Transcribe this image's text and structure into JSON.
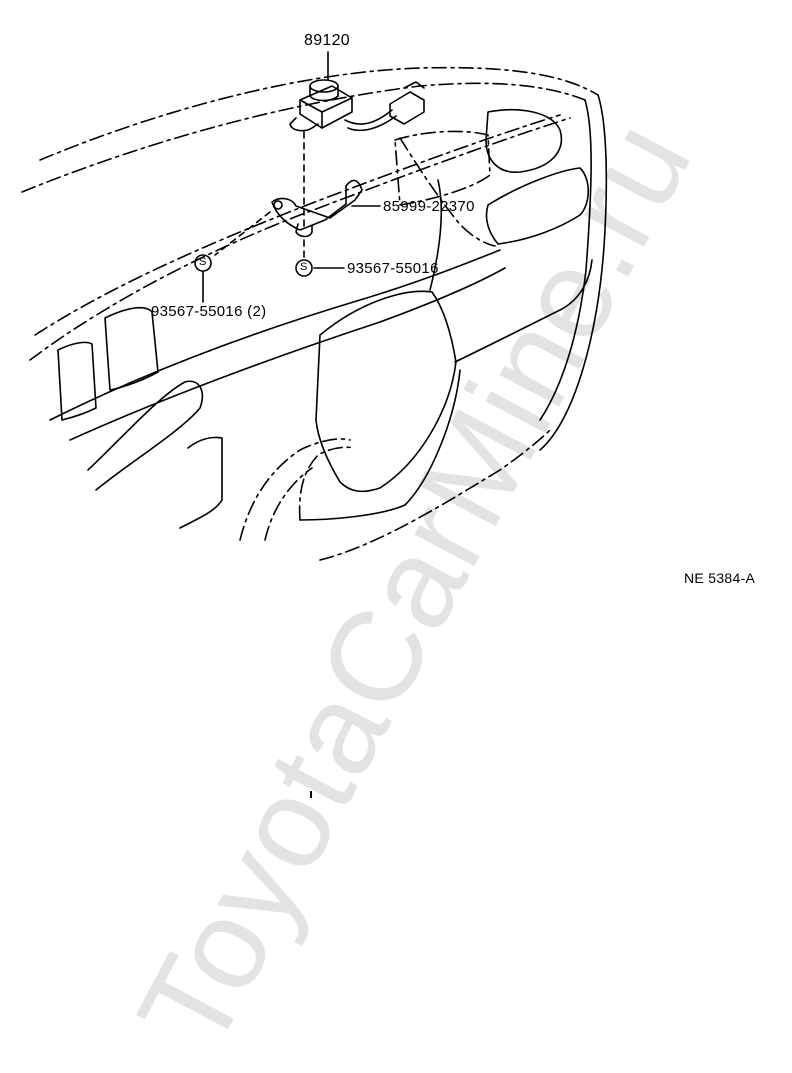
{
  "watermark": "ToyotaCarMine.ru",
  "figure_code": "NE 5384-A",
  "parts": [
    {
      "id": "part-89120",
      "number": "89120"
    },
    {
      "id": "part-85999-22370",
      "number": "85999-22370"
    },
    {
      "id": "part-93567-55016",
      "number": "93567-55016"
    },
    {
      "id": "part-93567-55016-2",
      "number": "93567-55016 (2)"
    }
  ],
  "symbol": "S",
  "colors": {
    "line": "#000000",
    "watermark": "#e3e3e3",
    "background": "#ffffff"
  }
}
